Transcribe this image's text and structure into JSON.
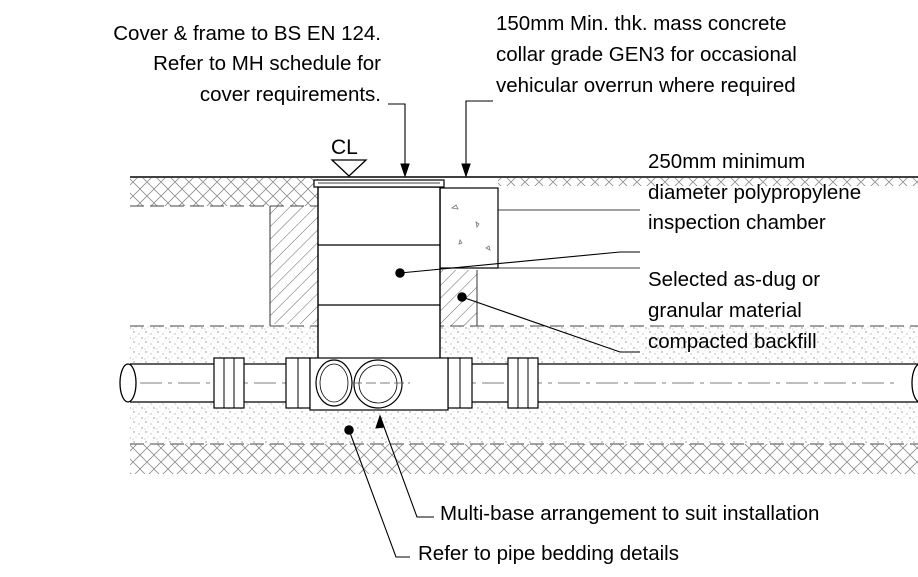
{
  "annotations": {
    "cover_frame": [
      "Cover & frame to BS EN 124.",
      "Refer to MH schedule for",
      "cover requirements."
    ],
    "collar": [
      "150mm Min. thk. mass concrete",
      "collar grade GEN3 for occasional",
      "vehicular overrun where required"
    ],
    "chamber": [
      "250mm minimum",
      "diameter polypropylene",
      "inspection chamber"
    ],
    "backfill": [
      "Selected as-dug or",
      "granular material",
      "compacted backfill"
    ],
    "multi_base": "Multi-base arrangement to suit installation",
    "bedding": "Refer to pipe bedding details",
    "centre_line": "CL"
  }
}
